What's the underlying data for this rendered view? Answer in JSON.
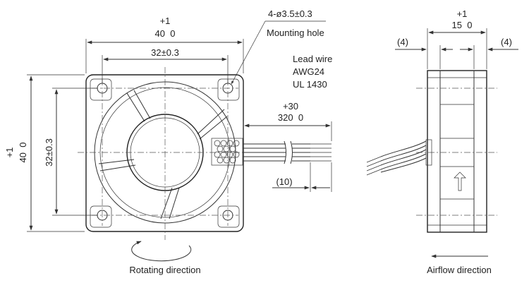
{
  "front_view": {
    "width_dim": {
      "main": "40  0",
      "tol": "+1"
    },
    "hole_pitch_h": "32±0.3",
    "height_dim": {
      "main": "40  0",
      "tol": "+1"
    },
    "hole_pitch_v": "32±0.3",
    "hole_callout": "4-ø3.5±0.3",
    "hole_label": "Mounting hole",
    "lead_wire": [
      "Lead wire",
      "AWG24",
      "UL 1430"
    ],
    "lead_length": {
      "main": "320  0",
      "tol": "+30"
    },
    "strip_length": "(10)",
    "caption": "Rotating direction"
  },
  "side_view": {
    "depth_dim": {
      "main": "15  0",
      "tol": "+1"
    },
    "flange_left": "(4)",
    "flange_right": "(4)",
    "caption": "Airflow direction"
  }
}
